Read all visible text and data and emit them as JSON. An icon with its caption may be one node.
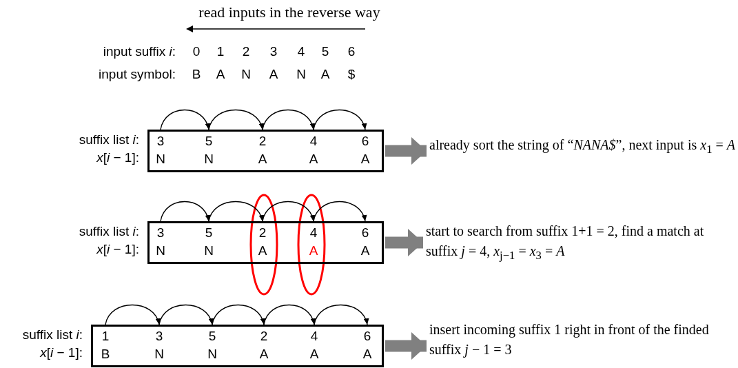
{
  "diagram": {
    "nodes": [
      {
        "text": [],
        "shape": "box",
        "beside": [
          "suffix list *i*:",
          "*x*[*i* − 1]:"
        ]
      },
      {
        "text": [
          "3",
          "N"
        ],
        "in": 0
      },
      {
        "text": [
          "5",
          "N"
        ],
        "in": 0
      },
      {
        "text": [
          "2",
          "A"
        ],
        "in": 0
      },
      {
        "text": [
          "4",
          "A"
        ],
        "in": 0
      },
      {
        "text": [
          "6",
          "A"
        ],
        "in": 0
      },
      {
        "text": [
          "already sort the string of “*NANA$*”, next input is *x*$_{1}$ = *A*"
        ]
      },
      {
        "text": [],
        "shape": "box",
        "beside": [
          "suffix list *i*:",
          "*x*[*i* − 1]:"
        ]
      },
      {
        "text": [
          "3",
          "N"
        ],
        "in": 7
      },
      {
        "text": [
          "5",
          "N"
        ],
        "in": 7
      },
      {
        "text": [
          "2",
          "A"
        ],
        "in": 7
      },
      {
        "text": [
          "4",
          "A"
        ],
        "in": 7
      },
      {
        "text": [
          "6",
          "A"
        ],
        "in": 7
      },
      {
        "text": [
          "start to search from suffix 1+1 = 2, find a match at suffix *j* = 4, *x*$_{j−1}$ = *x*$_{3}$ = *A*"
        ]
      },
      {
        "text": [],
        "shape": "box",
        "beside": [
          "suffix list *i*:",
          "*x*[*i* − 1]:"
        ]
      },
      {
        "text": [
          "1",
          "B"
        ],
        "in": 14
      },
      {
        "text": [
          "3",
          "N"
        ],
        "in": 14
      },
      {
        "text": [
          "5",
          "N"
        ],
        "in": 14
      },
      {
        "text": [
          "2",
          "A"
        ],
        "in": 14
      },
      {
        "text": [
          "4",
          "A"
        ],
        "in": 14
      },
      {
        "text": [
          "6",
          "A"
        ],
        "in": 14
      },
      {
        "text": [
          "insert incoming suffix 1 right in front of the finded suffix *j* − 1 = 3"
        ]
      }
    ],
    "edges": [
      {
        "from": 1,
        "to": 2,
        "arrow": "to"
      },
      {
        "from": 2,
        "to": 3,
        "arrow": "to"
      },
      {
        "from": 3,
        "to": 4,
        "arrow": "to"
      },
      {
        "from": 4,
        "to": 5,
        "arrow": "to"
      },
      {
        "from": 0,
        "to": 6,
        "arrow": "to",
        "style": "thick",
        "color": "#808080"
      },
      {
        "from": 8,
        "to": 9,
        "arrow": "to"
      },
      {
        "from": 9,
        "to": 10,
        "arrow": "to"
      },
      {
        "from": 10,
        "to": 11,
        "arrow": "to"
      },
      {
        "from": 11,
        "to": 12,
        "arrow": "to"
      },
      {
        "from": 7,
        "to": 13,
        "arrow": "to",
        "style": "thick",
        "color": "#808080"
      },
      {
        "from": 15,
        "to": 16,
        "arrow": "to"
      },
      {
        "from": 16,
        "to": 17,
        "arrow": "to"
      },
      {
        "from": 17,
        "to": 18,
        "arrow": "to"
      },
      {
        "from": 18,
        "to": 19,
        "arrow": "to"
      },
      {
        "from": 19,
        "to": 20,
        "arrow": "to"
      },
      {
        "from": 14,
        "to": 21,
        "arrow": "to",
        "style": "thick",
        "color": "#808080"
      }
    ],
    "labels": [
      "read inputs in the reverse way",
      "input suffix *i*:",
      "0",
      "1",
      "2",
      "3",
      "4",
      "5",
      "6",
      "input symbol:",
      "B",
      "A",
      "N",
      "A",
      "N",
      "A",
      "$"
    ]
  }
}
